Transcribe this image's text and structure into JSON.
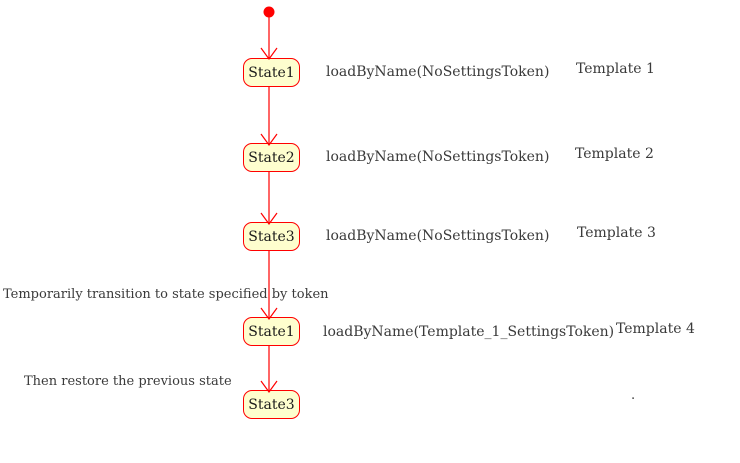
{
  "diagram": {
    "type": "uml-state-diagram",
    "colors": {
      "background": "#ffffff",
      "arrow": "#ff0000",
      "state_fill": "#fefece",
      "state_border": "#ff0000",
      "state_text": "#1a1a1a",
      "label_text": "#3a3a3a"
    },
    "initial_state": {
      "icon": "filled-circle-start"
    },
    "states": [
      {
        "label": "State1"
      },
      {
        "label": "State2"
      },
      {
        "label": "State3"
      },
      {
        "label": "State1"
      },
      {
        "label": "State3"
      }
    ],
    "transitions": [
      {
        "event": "loadByName(NoSettingsToken)",
        "note": "Template 1"
      },
      {
        "event": "loadByName(NoSettingsToken)",
        "note": "Template 2"
      },
      {
        "event": "loadByName(NoSettingsToken)",
        "note": "Template 3"
      },
      {
        "event": "loadByName(Template_1_SettingsToken)",
        "note": "Template 4"
      }
    ],
    "annotations": [
      {
        "text": "Temporarily transition to state specified by token"
      },
      {
        "text": "Then restore the previous state"
      }
    ],
    "stray_mark": "."
  }
}
